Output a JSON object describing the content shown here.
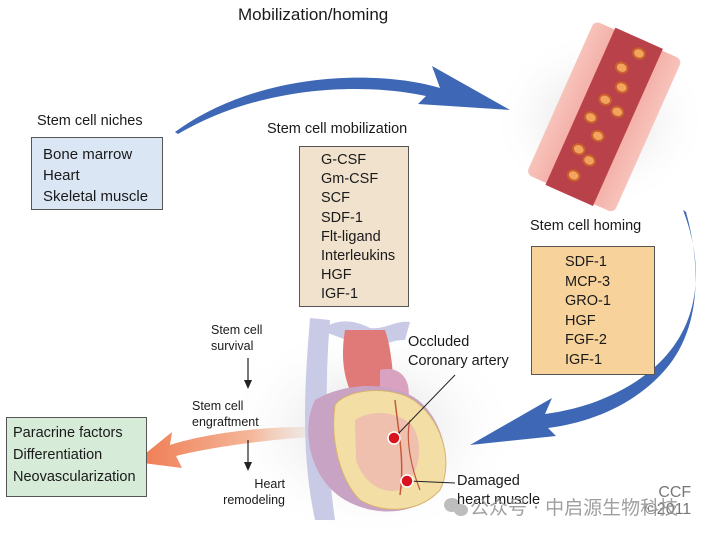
{
  "title": "Mobilization/homing",
  "niches": {
    "heading": "Stem cell niches",
    "items": [
      "Bone marrow",
      "Heart",
      "Skeletal muscle"
    ]
  },
  "mobilization": {
    "heading": "Stem cell mobilization",
    "items": [
      "G-CSF",
      "Gm-CSF",
      "SCF",
      "SDF-1",
      "Flt-ligand",
      "Interleukins",
      "HGF",
      "IGF-1"
    ]
  },
  "homing": {
    "heading": "Stem cell homing",
    "items": [
      "SDF-1",
      "MCP-3",
      "GRO-1",
      "HGF",
      "FGF-2",
      "IGF-1"
    ]
  },
  "steps": {
    "survival": [
      "Stem cell",
      "survival"
    ],
    "engraftment": [
      "Stem cell",
      "engraftment"
    ],
    "remodeling": [
      "Heart",
      "remodeling"
    ]
  },
  "effects": {
    "items": [
      "Paracrine factors",
      "Differentiation",
      "Neovascularization"
    ]
  },
  "annotations": {
    "occluded": [
      "Occluded",
      "Coronary artery"
    ],
    "damaged": [
      "Damaged",
      "heart muscle"
    ]
  },
  "copyright": [
    "CCF",
    "©2011"
  ],
  "watermark": "公众号 · 中启源生物科技",
  "colors": {
    "arrow_blue": "#3e68b5",
    "niche_box": "#dbe6f5",
    "mobilization_box": "#f1e2cd",
    "homing_box": "#f7d29a",
    "effects_box": "#d6ecd8",
    "engraft_arrow": "#ef8a63"
  }
}
